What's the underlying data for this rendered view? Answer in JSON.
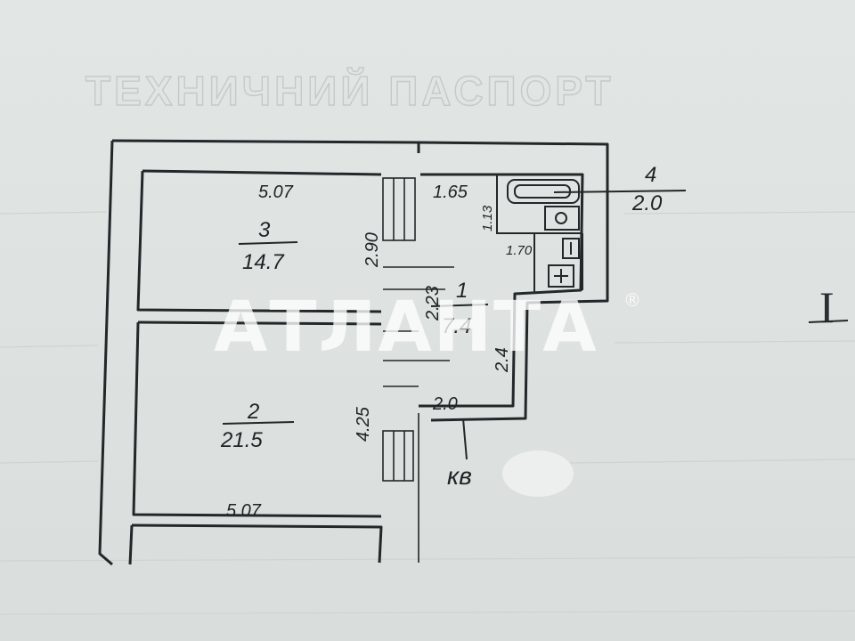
{
  "document": {
    "header_faint": "ТЕХНИЧНИЙ ПАСПОРТ",
    "section_mark": "I",
    "apartment_label": "кв"
  },
  "rooms": [
    {
      "id": "r3",
      "number": "3",
      "area": "14.7"
    },
    {
      "id": "r2",
      "number": "2",
      "area": "21.5"
    },
    {
      "id": "r1",
      "number": "1",
      "area": "7.4"
    },
    {
      "id": "r4",
      "number": "4",
      "area": "2.0"
    }
  ],
  "dimensions": {
    "r3_width": "5.07",
    "r3_depth": "2.90",
    "r2_width": "5.07",
    "r2_depth": "4.25",
    "hall_top": "1.65",
    "hall_side": "2.23",
    "hall_bottom": "2.0",
    "hall_right": "2.4",
    "bath_side": "1.13",
    "bath_width": "1.70"
  },
  "watermark": {
    "text": "АТЛАНТА",
    "registered": "®"
  }
}
